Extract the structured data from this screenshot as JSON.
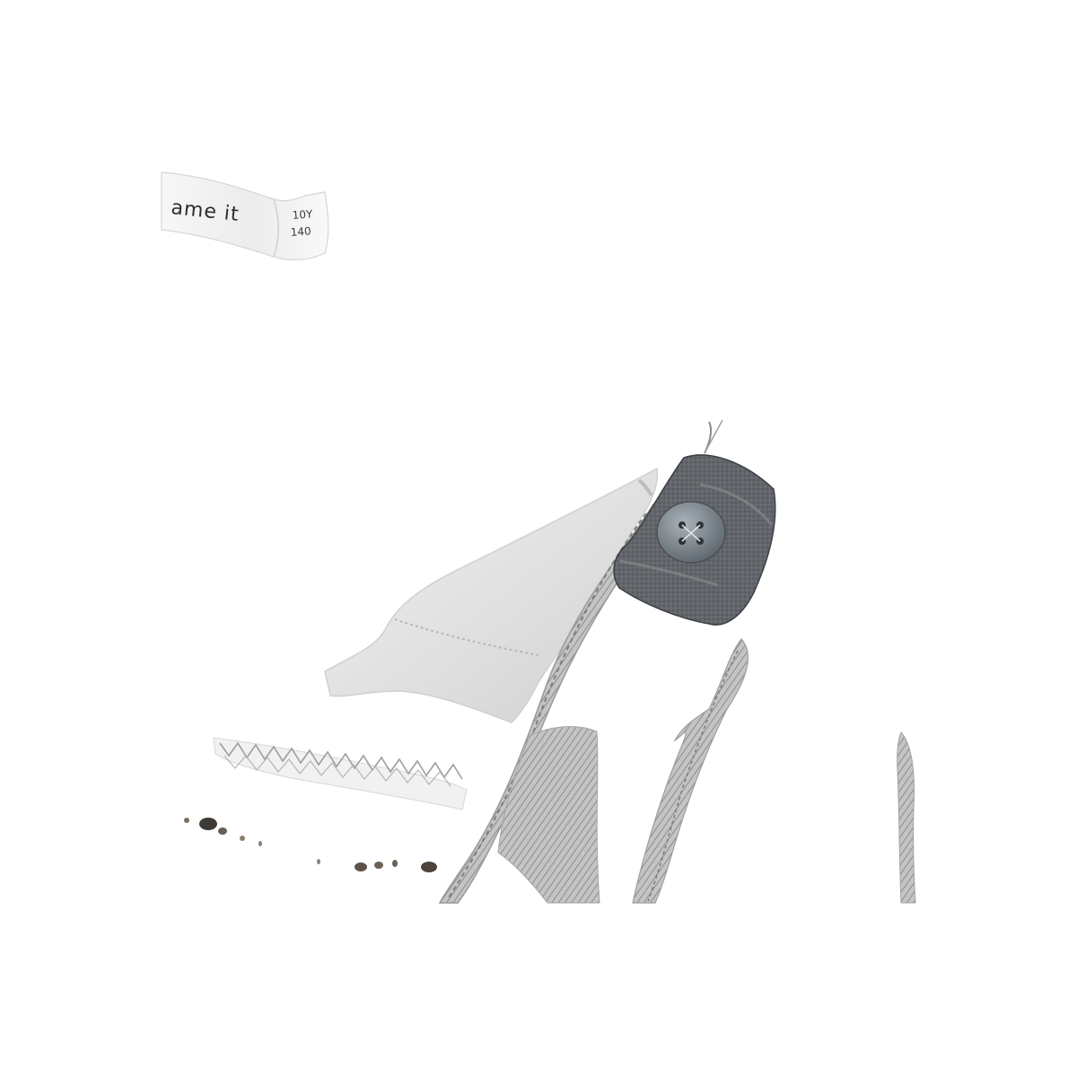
{
  "label": {
    "brand": "ame it",
    "size_age": "10Y",
    "size_height": "140"
  },
  "colors": {
    "background": "#ffffff",
    "label_fabric": "#f4f4f4",
    "pocket_fabric": "#e9e9e9",
    "elastic_tab": "#5f6368",
    "button": "#7d8792",
    "denim_light": "#b9b9b9",
    "denim_dark": "#8a8a8a"
  }
}
